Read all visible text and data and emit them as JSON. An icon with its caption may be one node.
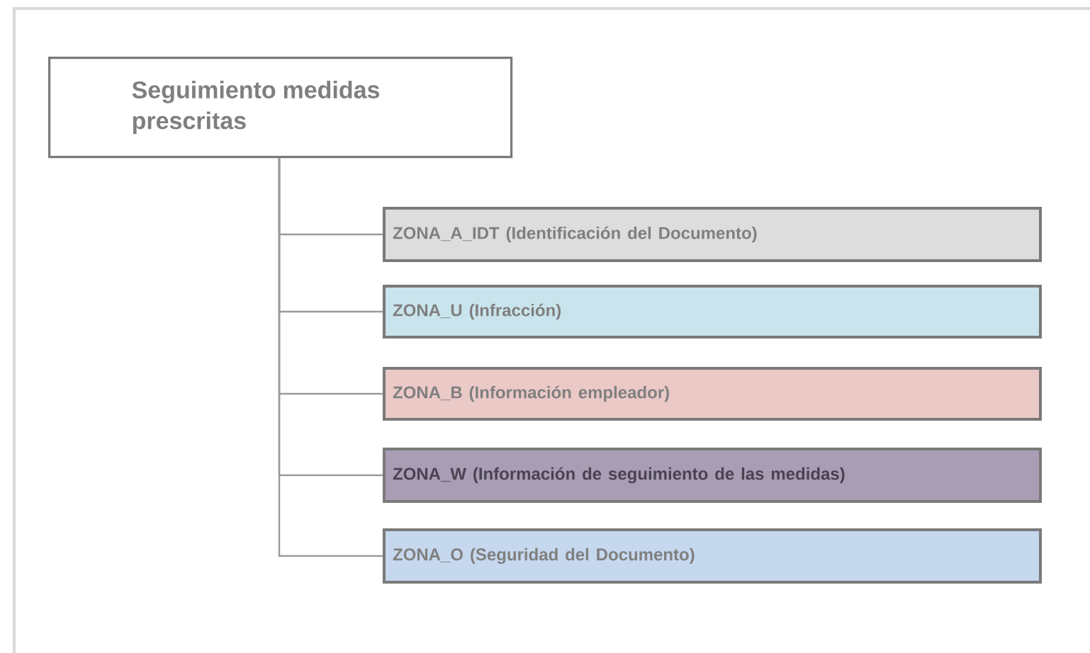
{
  "diagram": {
    "nodes": [
      {
        "text": [
          "Seguimiento medidas prescritas"
        ]
      },
      {
        "text": [
          "ZONA_A_IDT (Identificación del Documento)"
        ]
      },
      {
        "text": [
          "ZONA_U (Infracción)"
        ]
      },
      {
        "text": [
          "ZONA_B (Información empleador)"
        ]
      },
      {
        "text": [
          "ZONA_W (Información de seguimiento de las medidas)"
        ]
      },
      {
        "text": [
          "ZONA_O (Seguridad del Documento)"
        ]
      }
    ],
    "edges": [
      {
        "from": 0,
        "to": 1,
        "arrow": "none"
      },
      {
        "from": 0,
        "to": 2,
        "arrow": "none"
      },
      {
        "from": 0,
        "to": 3,
        "arrow": "none"
      },
      {
        "from": 0,
        "to": 4,
        "arrow": "none"
      },
      {
        "from": 0,
        "to": 5,
        "arrow": "none"
      }
    ]
  }
}
